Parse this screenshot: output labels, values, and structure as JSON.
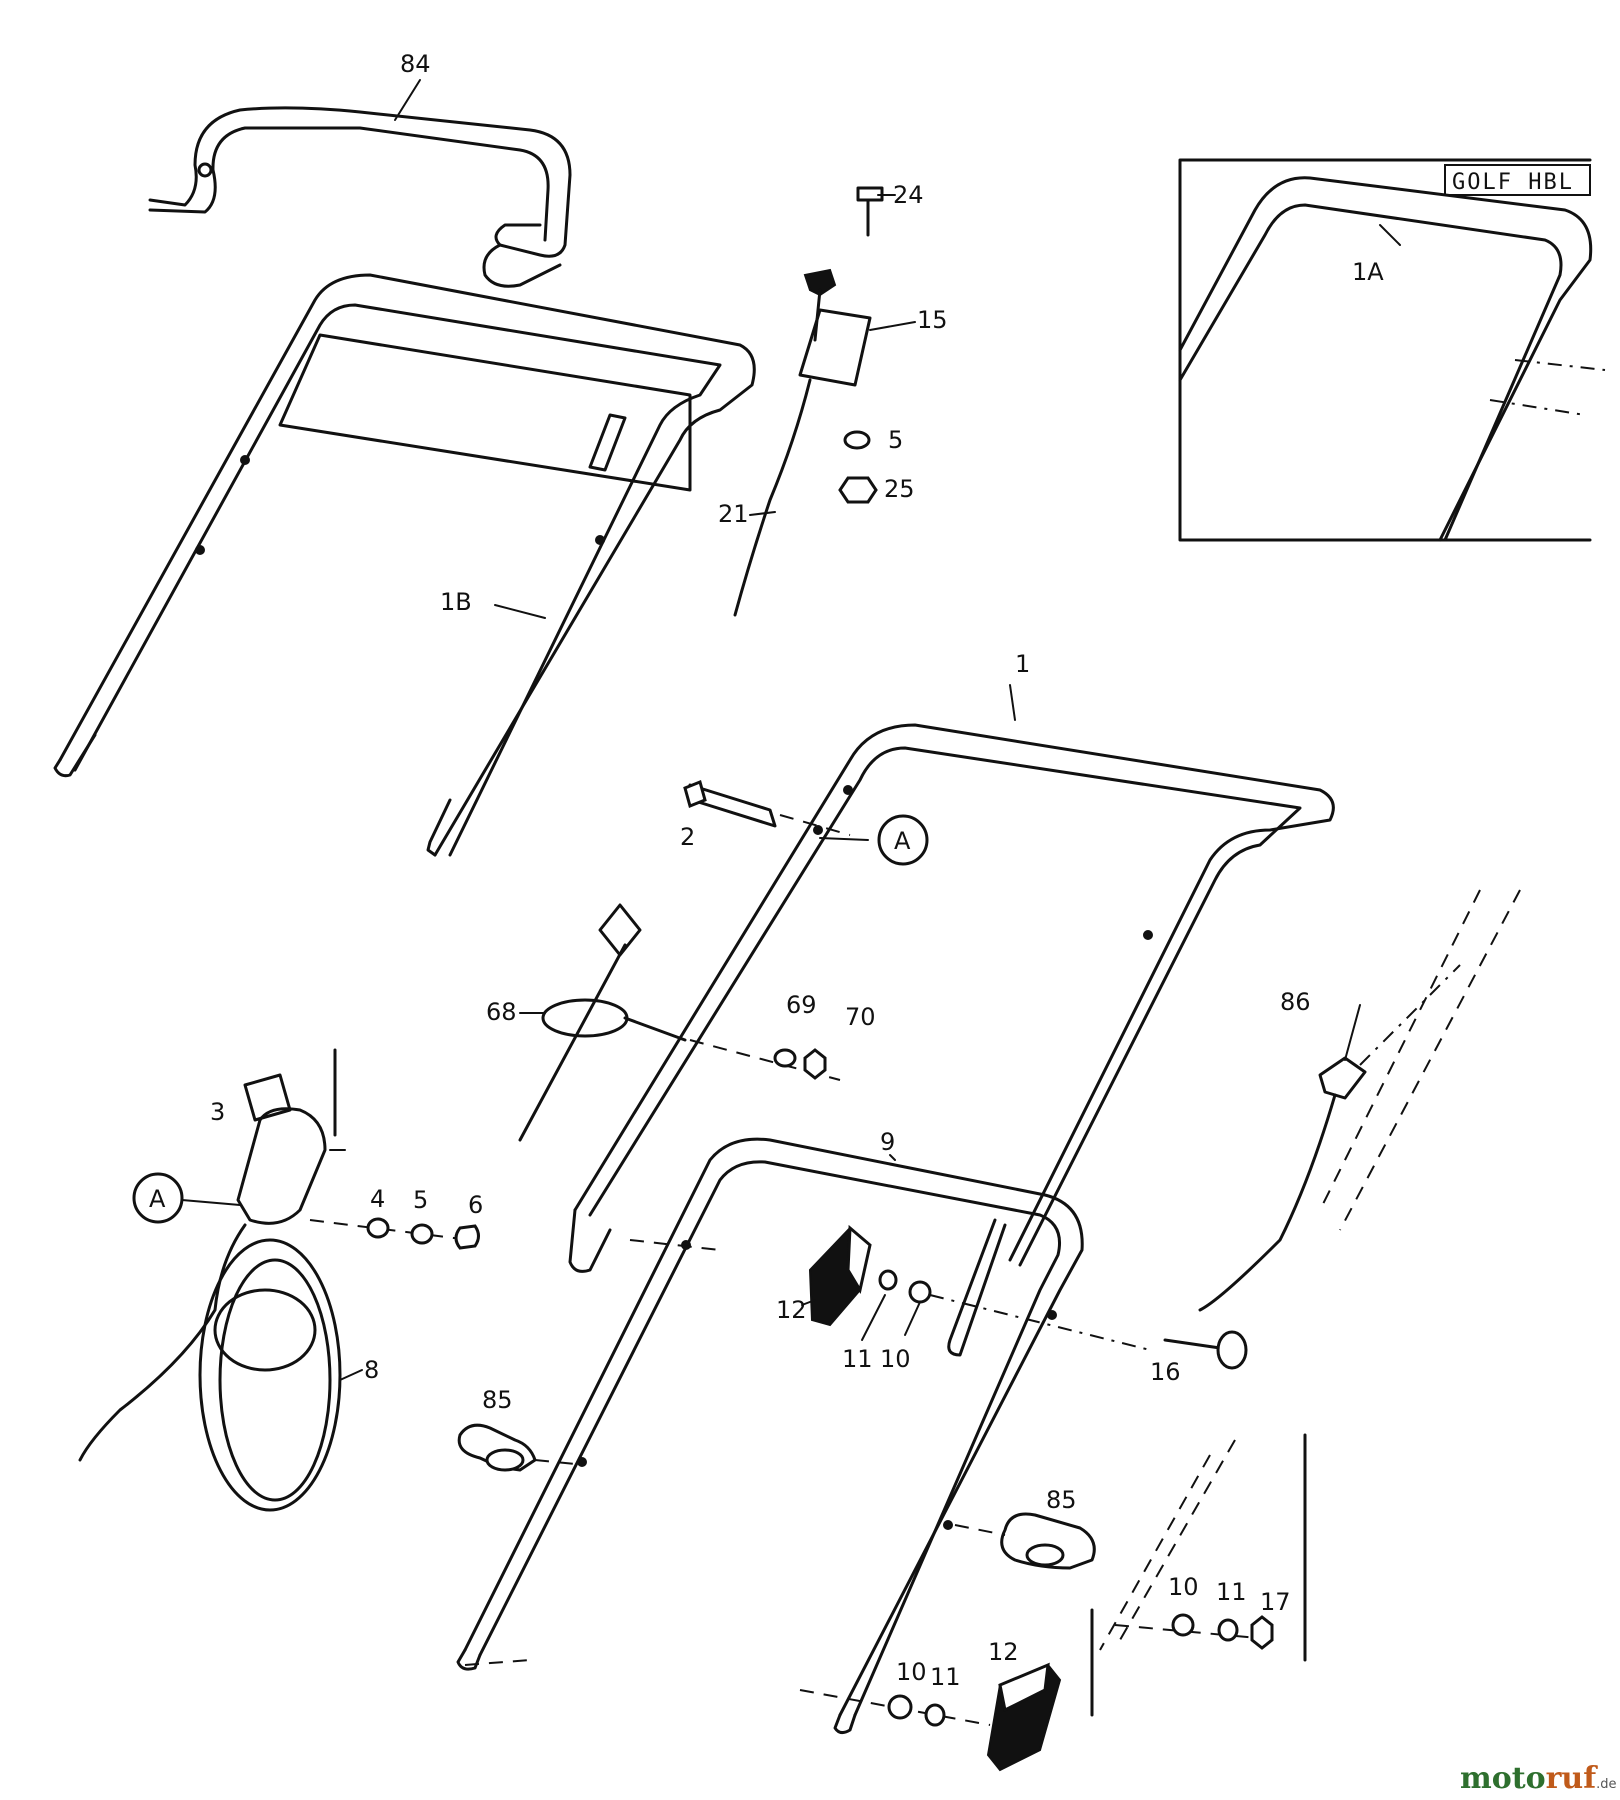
{
  "inset": {
    "title": "GOLF HBL",
    "part_label": "1A"
  },
  "callouts": {
    "p84": "84",
    "p24": "24",
    "p15": "15",
    "p5_top": "5",
    "p25": "25",
    "p21": "21",
    "p1B": "1B",
    "p1": "1",
    "p2": "2",
    "pA_top": "A",
    "p68": "68",
    "p69": "69",
    "p70": "70",
    "p86": "86",
    "p3": "3",
    "pA_left": "A",
    "p4": "4",
    "p5_left": "5",
    "p6": "6",
    "p9": "9",
    "p12_upper": "12",
    "p11_upper": "11",
    "p10_upper": "10",
    "p16": "16",
    "p8": "8",
    "p85_left": "85",
    "p85_right": "85",
    "p10_right": "10",
    "p11_right": "11",
    "p17": "17",
    "p10_lower": "10",
    "p11_lower": "11",
    "p12_lower": "12"
  },
  "watermark": {
    "part1": "moto",
    "part2": "ruf",
    "suffix": ".de"
  }
}
